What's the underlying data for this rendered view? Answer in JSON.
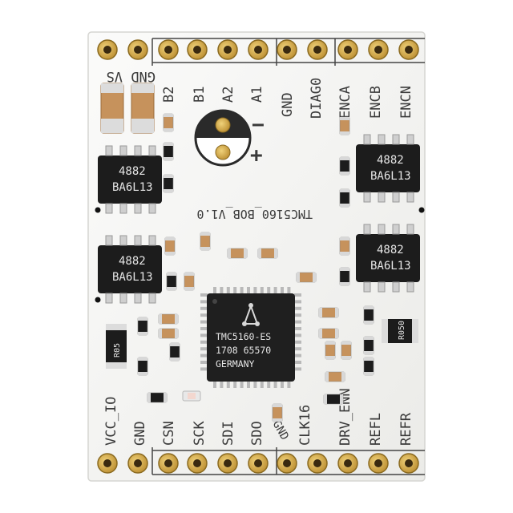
{
  "board": {
    "name": "TMC5160_BOB_V1.0",
    "pcb_color": "#f4f4f2",
    "pad_color": "#c9a24a"
  },
  "top_pins": [
    "B2",
    "B1",
    "A2",
    "A1",
    "GND",
    "DIAG0",
    "ENCA",
    "ENCB",
    "ENCN"
  ],
  "top_left_label": "GND VS",
  "bottom_pins": [
    "VCC_IO",
    "GND",
    "CSN",
    "SCK",
    "SDI",
    "SDO",
    "CLK16",
    "DRV_ENN",
    "REFL",
    "REFR"
  ],
  "sdo_gnd_label": "GND",
  "polarity": {
    "minus": "−",
    "plus": "+"
  },
  "mosfets": [
    {
      "line1": "4882",
      "line2": "BA6L13"
    },
    {
      "line1": "4882",
      "line2": "BA6L13"
    },
    {
      "line1": "4882",
      "line2": "BA6L13"
    },
    {
      "line1": "4882",
      "line2": "BA6L13"
    }
  ],
  "driver_chip": {
    "line1": "TMC5160-ES",
    "line2": "1708 65570",
    "line3": "GERMANY"
  },
  "resistor_marks": {
    "r05": "R05",
    "r50": "R050"
  }
}
